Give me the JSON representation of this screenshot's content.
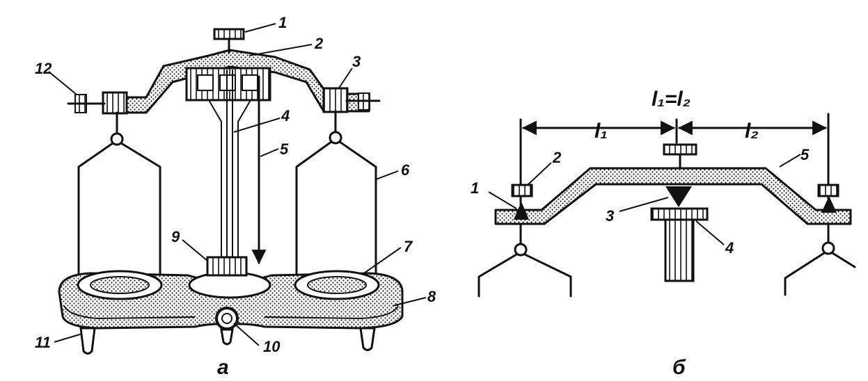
{
  "figure_a": {
    "caption": "а",
    "labels": [
      "1",
      "2",
      "3",
      "4",
      "5",
      "6",
      "7",
      "8",
      "9",
      "10",
      "11",
      "12"
    ]
  },
  "figure_b": {
    "caption": "б",
    "formula": "l₁=l₂",
    "dim_left": "l₁",
    "dim_right": "l₂",
    "labels": [
      "1",
      "2",
      "3",
      "4",
      "5"
    ]
  }
}
